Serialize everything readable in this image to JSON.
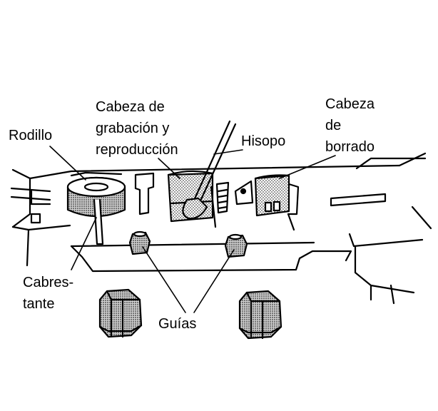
{
  "labels": {
    "rodillo": "Rodillo",
    "cabeza_grab_1": "Cabeza de",
    "cabeza_grab_2": "grabación y",
    "cabeza_grab_3": "reproducción",
    "hisopo": "Hisopo",
    "cabeza_borr_1": "Cabeza",
    "cabeza_borr_2": "de",
    "cabeza_borr_3": "borrado",
    "cabrestante_1": "Cabres-",
    "cabrestante_2": "tante",
    "guias": "Guías"
  },
  "colors": {
    "ink": "#000000",
    "shade": "#b8b8b8",
    "paper": "#ffffff"
  }
}
